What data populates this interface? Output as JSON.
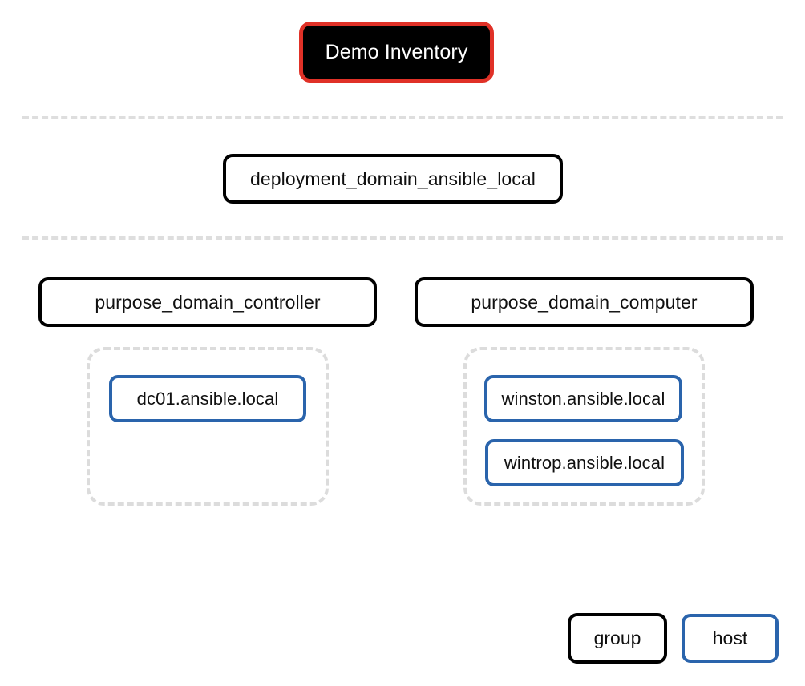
{
  "diagram": {
    "type": "ansible-inventory-tree",
    "background": "#ffffff",
    "colors": {
      "root_fill": "#000000",
      "root_border": "#e03127",
      "root_text": "#ffffff",
      "group_border": "#000000",
      "host_border": "#2a64ac",
      "cluster_border": "#dcdcdc",
      "separator": "#dedede",
      "text": "#101010"
    },
    "root": {
      "label": "Demo Inventory"
    },
    "tiers": [
      {
        "level": 1,
        "nodes": [
          {
            "kind": "group",
            "label": "deployment_domain_ansible_local"
          }
        ]
      },
      {
        "level": 2,
        "nodes": [
          {
            "kind": "group",
            "label": "purpose_domain_controller"
          },
          {
            "kind": "group",
            "label": "purpose_domain_computer"
          }
        ]
      }
    ],
    "clusters": [
      {
        "parent": "purpose_domain_controller",
        "hosts": [
          {
            "kind": "host",
            "label": "dc01.ansible.local"
          }
        ]
      },
      {
        "parent": "purpose_domain_computer",
        "hosts": [
          {
            "kind": "host",
            "label": "winston.ansible.local"
          },
          {
            "kind": "host",
            "label": "wintrop.ansible.local"
          }
        ]
      }
    ],
    "legend": {
      "items": [
        {
          "key": "group",
          "label": "group"
        },
        {
          "key": "host",
          "label": "host"
        }
      ]
    }
  }
}
